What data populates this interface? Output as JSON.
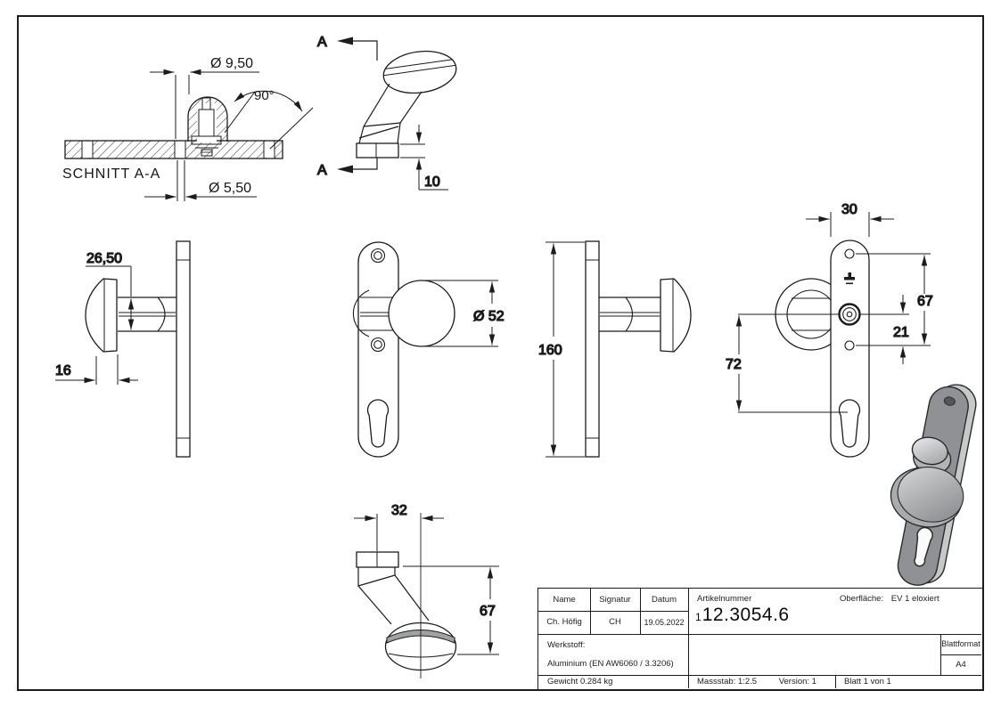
{
  "drawing": {
    "views": {
      "section": {
        "label": "SCHNITT A-A",
        "dim_top_dia": "Ø 9,50",
        "dim_angle": "90°",
        "dim_bottom_dia": "Ø 5,50"
      },
      "cut": {
        "marker_top": "A",
        "marker_bottom": "A",
        "dim_base_height": "10"
      },
      "side_left": {
        "dim_rosette_dia": "26,50",
        "dim_knob_depth": "16"
      },
      "front": {
        "dim_knob_dia": "Ø 52"
      },
      "side_right": {
        "dim_plate_height": "160"
      },
      "back": {
        "dim_plate_width": "30",
        "dim_hole_span": "67",
        "dim_center_to_hole": "21",
        "dim_center_to_keyhole": "72"
      },
      "bottom": {
        "dim_base_width": "32",
        "dim_height": "67"
      }
    },
    "title_block": {
      "name_label": "Name",
      "signature_label": "Signatur",
      "date_label": "Datum",
      "name": "Ch. Höfig",
      "signature": "CH",
      "date": "19.05.2022",
      "article_label": "Artikelnummer",
      "article_prefix": "1",
      "article_number": "12.3054.6",
      "surface_label": "Oberfläche:",
      "surface_value": "EV 1 eloxiert",
      "material_label": "Werkstoff:",
      "material_value": "Aluminium (EN AW6060 / 3.3206)",
      "weight": "Gewicht 0.284 kg",
      "scale": "Massstab: 1:2.5",
      "version": "Version: 1",
      "sheet": "Blatt 1 von 1",
      "format_label": "Blattformat",
      "format_value": "A4"
    },
    "colors": {
      "line": "#1c1c1c",
      "render_mid": "#8f9194",
      "render_light": "#c6c8ca",
      "page": "#ffffff"
    }
  }
}
